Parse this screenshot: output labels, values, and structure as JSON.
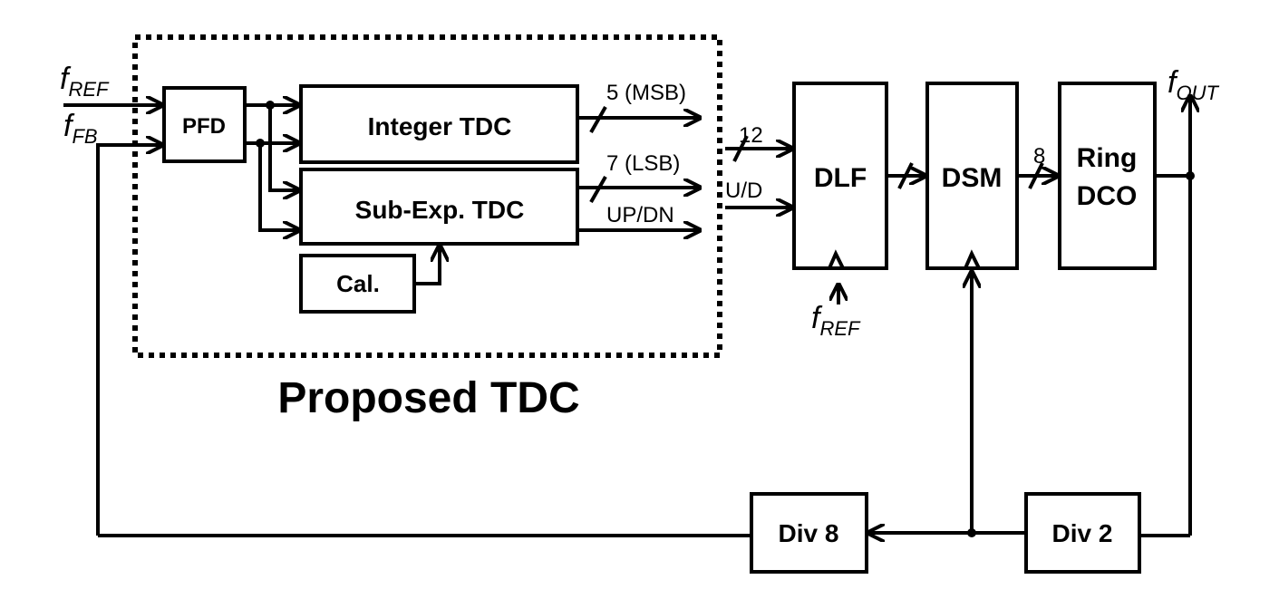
{
  "diagram": {
    "caption": "Proposed TDC",
    "blocks": {
      "pfd": "PFD",
      "integer_tdc": "Integer TDC",
      "sub_exp_tdc": "Sub-Exp. TDC",
      "cal": "Cal.",
      "dlf": "DLF",
      "dsm": "DSM",
      "ring_dco_line1": "Ring",
      "ring_dco_line2": "DCO",
      "div8": "Div 8",
      "div2": "Div 2"
    },
    "signals": {
      "fref_in": {
        "main": "f",
        "sub": "REF"
      },
      "ffb_in": {
        "main": "f",
        "sub": "FB"
      },
      "fref_dlf": {
        "main": "f",
        "sub": "REF"
      },
      "fout": {
        "main": "f",
        "sub": "OUT"
      }
    },
    "bus_labels": {
      "msb": "5 (MSB)",
      "lsb": "7 (LSB)",
      "updn": "UP/DN",
      "width12": "12",
      "ud": "U/D",
      "width8": "8"
    }
  }
}
